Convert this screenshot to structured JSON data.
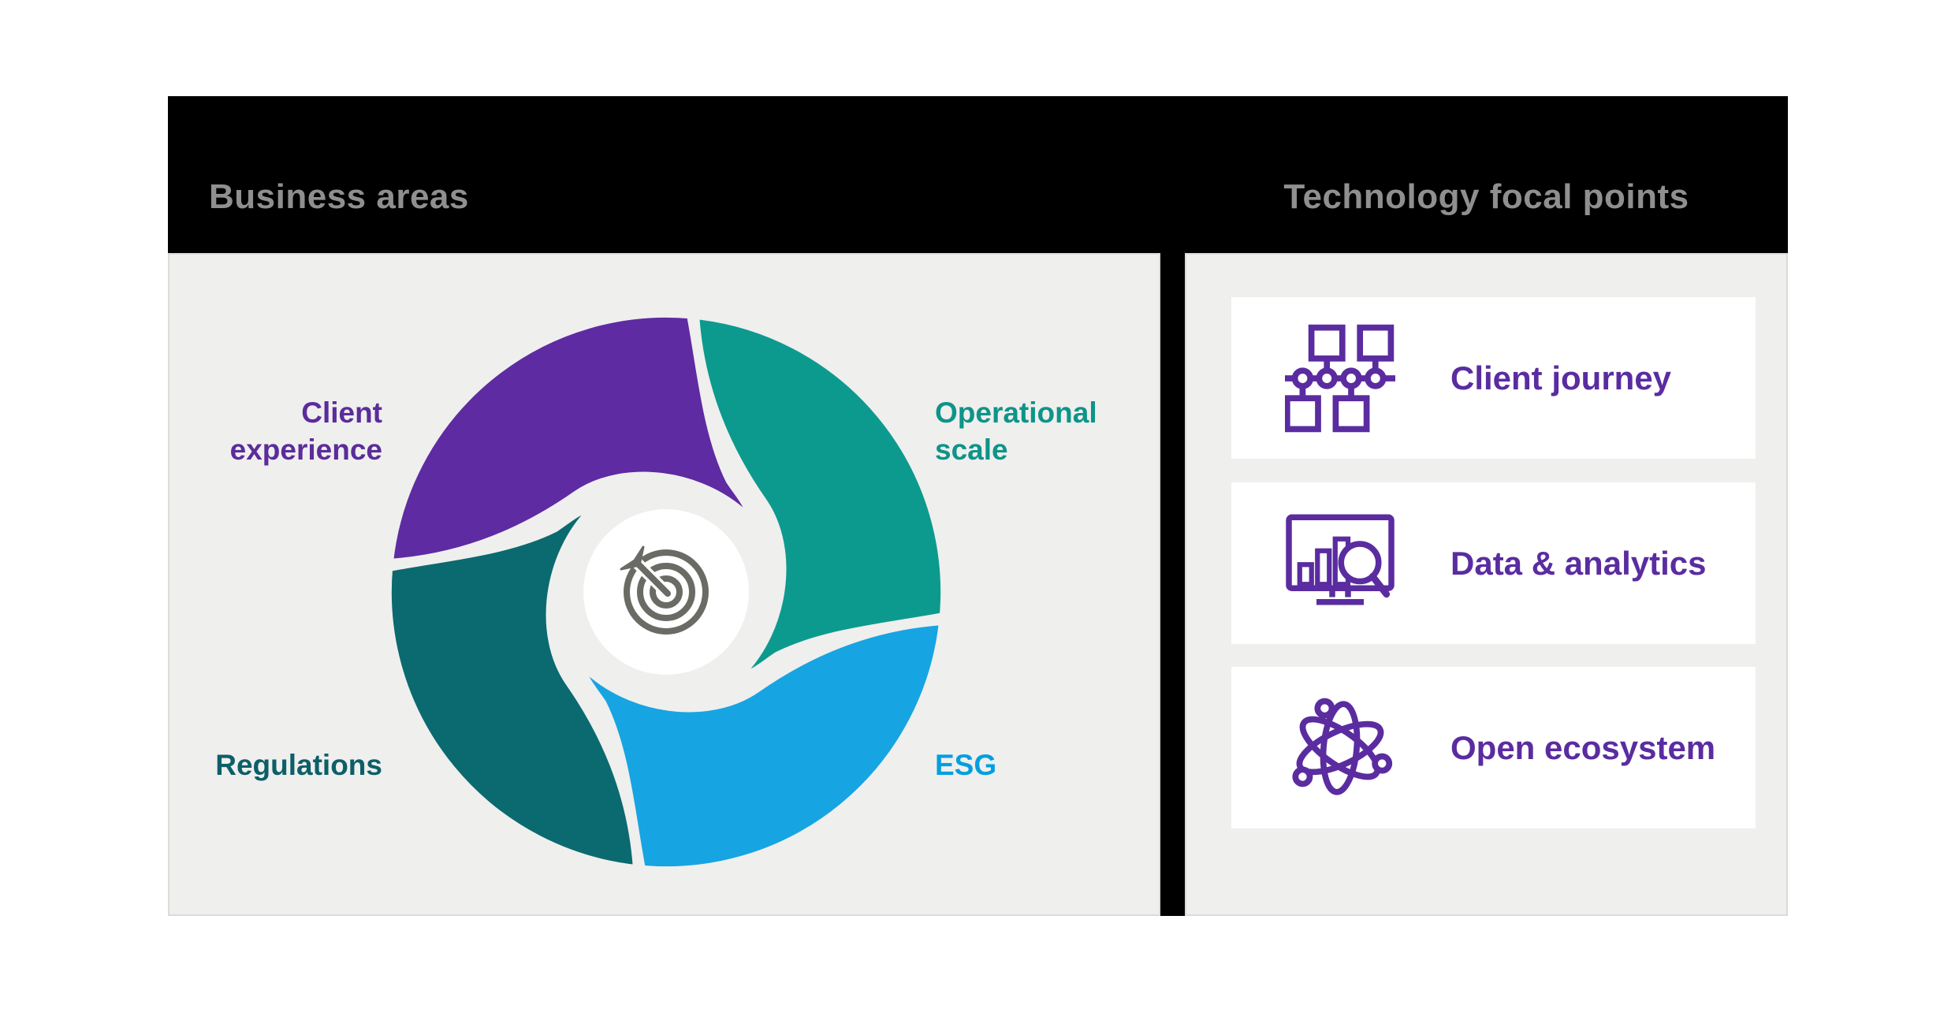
{
  "page": {
    "background": "#FFFFFF",
    "band_color": "#000000",
    "panel_color": "#EFEFEE",
    "header_text_color": "#8F8F8F"
  },
  "business_areas": {
    "header": "Business areas",
    "center_icon": "target-arrow-icon",
    "segments": [
      {
        "name": "client-experience",
        "position": "top",
        "color": "#5E2BA2",
        "text_color": "#5B2C9B",
        "label_lines": [
          "Client",
          "experience"
        ]
      },
      {
        "name": "operational-scale",
        "position": "right",
        "color": "#0D9A8E",
        "text_color": "#0E9488",
        "label_lines": [
          "Operational",
          "scale"
        ]
      },
      {
        "name": "esg",
        "position": "bottom",
        "color": "#17A4E2",
        "text_color": "#009FDF",
        "label_lines": [
          "ESG"
        ]
      },
      {
        "name": "regulations",
        "position": "left",
        "color": "#0A6A70",
        "text_color": "#0C5F68",
        "label_lines": [
          "Regulations"
        ]
      }
    ]
  },
  "technology_focal_points": {
    "header": "Technology focal points",
    "card_text_color": "#5A2CA0",
    "cards": [
      {
        "icon": "journey-map-icon",
        "label": "Client journey"
      },
      {
        "icon": "analytics-monitor-icon",
        "label": "Data & analytics"
      },
      {
        "icon": "atom-icon",
        "label": "Open ecosystem"
      }
    ]
  }
}
